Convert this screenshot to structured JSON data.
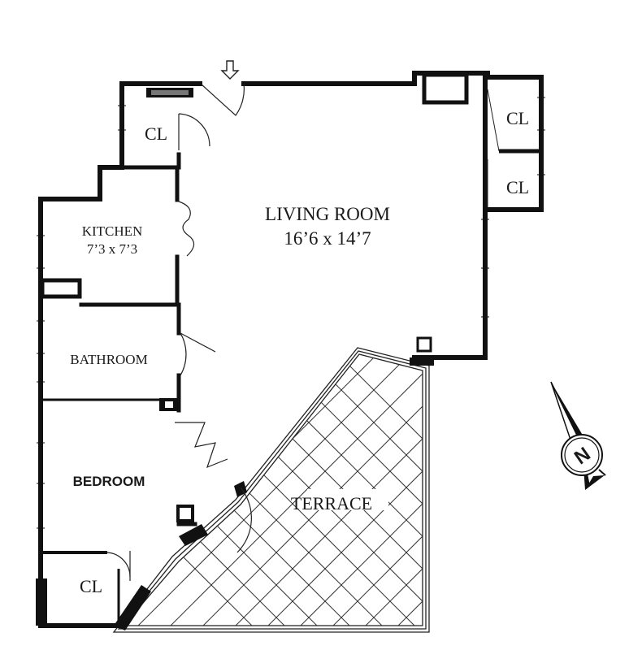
{
  "rooms": {
    "living_room": {
      "name": "LIVING ROOM",
      "size": "16’6 x 14’7"
    },
    "kitchen": {
      "name": "KITCHEN",
      "size": "7’3 x 7’3"
    },
    "bathroom": {
      "name": "BATHROOM"
    },
    "bedroom": {
      "name": "BEDROOM"
    },
    "terrace": {
      "name": "TERRACE"
    },
    "closet_entry": {
      "name": "CL"
    },
    "closet_upper_right": {
      "name": "CL"
    },
    "closet_lower_right": {
      "name": "CL"
    },
    "closet_bedroom": {
      "name": "CL"
    }
  },
  "compass": {
    "label": "N"
  },
  "colors": {
    "wall": "#111111",
    "background": "#ffffff",
    "lines": "#222222"
  },
  "icons": {
    "entry": "entry-arrow-icon",
    "compass": "compass-icon"
  }
}
